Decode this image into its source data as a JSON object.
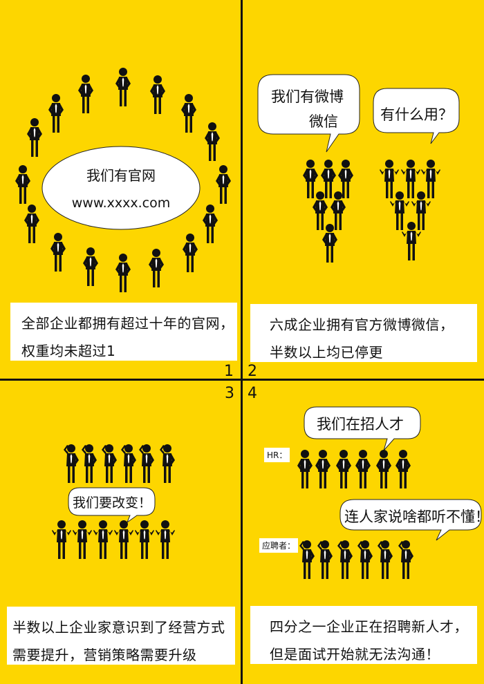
{
  "colors": {
    "background": "#FDD600",
    "ink": "#111111",
    "paper": "#FFFFFF"
  },
  "panels": [
    {
      "number": "1",
      "speech": {
        "shape": "ellipse",
        "lines": [
          "我们有官网",
          "www.xxxx.com"
        ]
      },
      "caption": {
        "lines": [
          "全部企业都拥有超过十年的官网，",
          "权重均未超过1"
        ]
      },
      "figures": {
        "pose": "hands-on-hips",
        "count": 18,
        "arrangement": "circle"
      }
    },
    {
      "number": "2",
      "speech": [
        {
          "shape": "rounded-bubble",
          "lines": [
            "我们有微博",
            "微信"
          ]
        },
        {
          "shape": "rounded-bubble",
          "lines": [
            "有什么用？"
          ]
        }
      ],
      "caption": {
        "lines": [
          "六成企业拥有官方微博微信，",
          "半数以上均已停更"
        ]
      },
      "figures": [
        {
          "pose": "hands-on-hips",
          "count": 6,
          "arrangement": "inverted-triangle"
        },
        {
          "pose": "shrug",
          "count": 6,
          "arrangement": "inverted-triangle"
        }
      ]
    },
    {
      "number": "3",
      "speech": {
        "shape": "rounded-bubble",
        "lines": [
          "我们要改变！"
        ]
      },
      "caption": {
        "lines": [
          "半数以上企业家意识到了经营方式",
          "需要提升，营销策略需要升级"
        ]
      },
      "figures": [
        {
          "pose": "head-scratch",
          "count": 6,
          "arrangement": "row"
        },
        {
          "pose": "shrug",
          "count": 6,
          "arrangement": "row"
        }
      ]
    },
    {
      "number": "4",
      "speech": [
        {
          "shape": "rounded-bubble",
          "lines": [
            "我们在招人才"
          ]
        },
        {
          "shape": "rounded-bubble",
          "lines": [
            "连人家说啥都听不懂！"
          ]
        }
      ],
      "labels": [
        "HR：",
        "应聘者："
      ],
      "caption": {
        "lines": [
          "四分之一企业正在招聘新人才，",
          "但是面试开始就无法沟通！"
        ]
      },
      "figures": [
        {
          "pose": "hands-on-hips",
          "count": 6,
          "arrangement": "row"
        },
        {
          "pose": "head-scratch",
          "count": 6,
          "arrangement": "row"
        }
      ]
    }
  ]
}
